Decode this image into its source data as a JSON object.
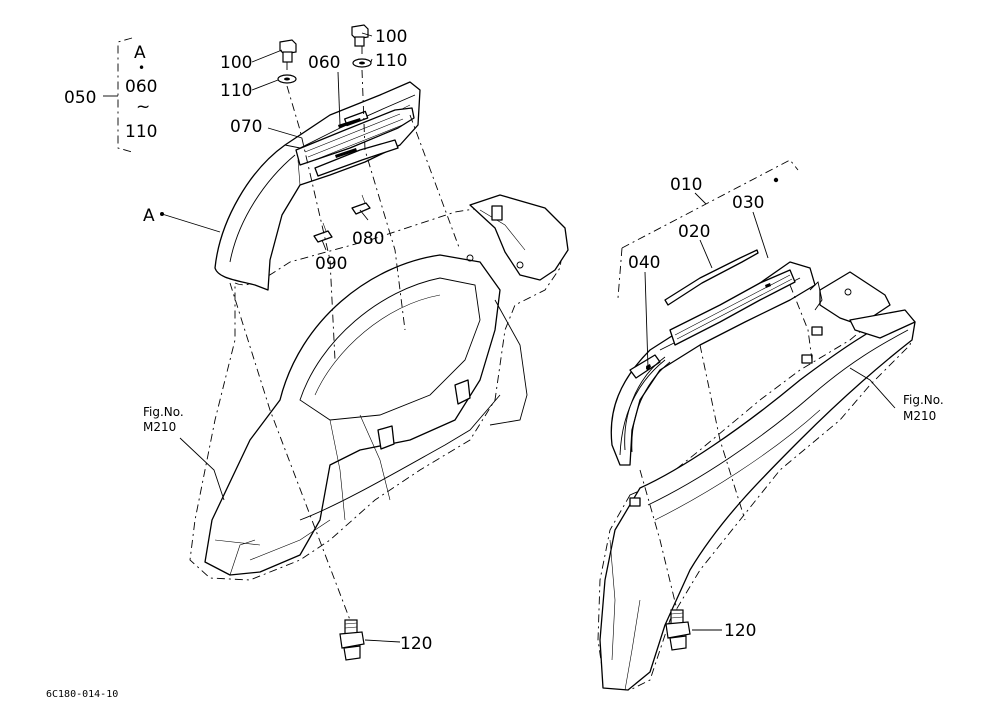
{
  "labels": {
    "group_bracket_top": "A",
    "group_bracket_dot": "•",
    "group_bracket_mid": "060",
    "group_bracket_tilde": "~",
    "group_bracket_bot": "110",
    "p050": "050",
    "p100_left": "100",
    "p100_right": "100",
    "p110_left": "110",
    "p110_right": "110",
    "p060": "060",
    "p070": "070",
    "p080": "080",
    "p090": "090",
    "pA": "A",
    "p010": "010",
    "p020": "020",
    "p030": "030",
    "p040": "040",
    "p120_left": "120",
    "p120_right": "120",
    "fig_left_1": "Fig.No.",
    "fig_left_2": "M210",
    "fig_right_1": "Fig.No.",
    "fig_right_2": "M210",
    "doc_code": "6C180-014-10"
  },
  "colors": {
    "line": "#000000",
    "paper": "#ffffff"
  }
}
